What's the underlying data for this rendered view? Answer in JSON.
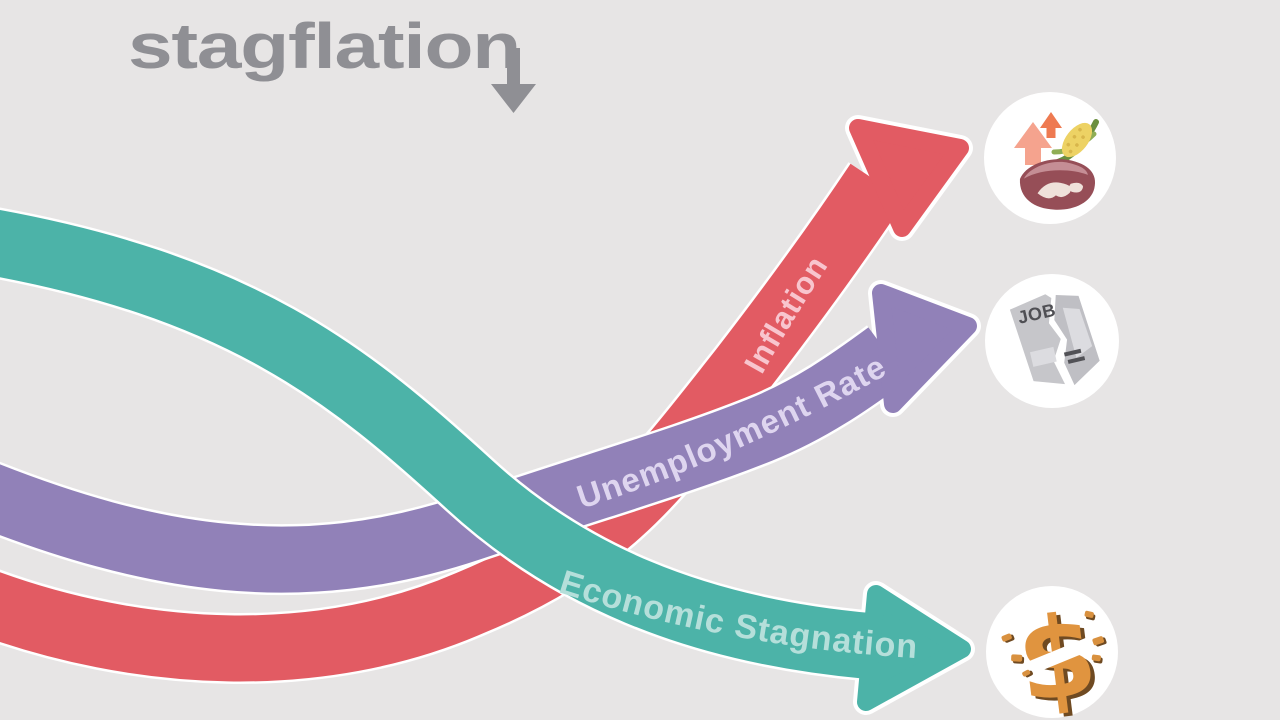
{
  "background_color": "#e7e5e5",
  "title": {
    "text": "stagflation",
    "color": "#8f8f94"
  },
  "arrows": [
    {
      "label": "Inflation",
      "band_color": "#e25b63",
      "label_color": "#f8c5ce"
    },
    {
      "label": "Unemployment Rate",
      "band_color": "#9181b8",
      "label_color": "#ded5ef"
    },
    {
      "label": "Economic Stagnation",
      "band_color": "#4cb3a8",
      "label_color": "#b5dfda"
    }
  ],
  "icons": {
    "circle_color": "#ffffff",
    "food_prices": {
      "name": "rising-food-prices-icon",
      "colors": {
        "big_arrow": "#f5a38e",
        "small_arrow": "#ee7a51",
        "corn": "#edd264",
        "leaf": "#84a44c",
        "steak": "#964e57"
      }
    },
    "job_loss": {
      "name": "torn-job-ad-icon",
      "text": "JOB",
      "colors": {
        "paper": "#c6c6ca",
        "patch": "#dcdce0",
        "ink": "#4f4f54"
      }
    },
    "broken_dollar": {
      "name": "broken-dollar-icon",
      "symbol": "$",
      "colors": {
        "front": "#e0943f",
        "shadow": "#6f4a22"
      }
    }
  }
}
